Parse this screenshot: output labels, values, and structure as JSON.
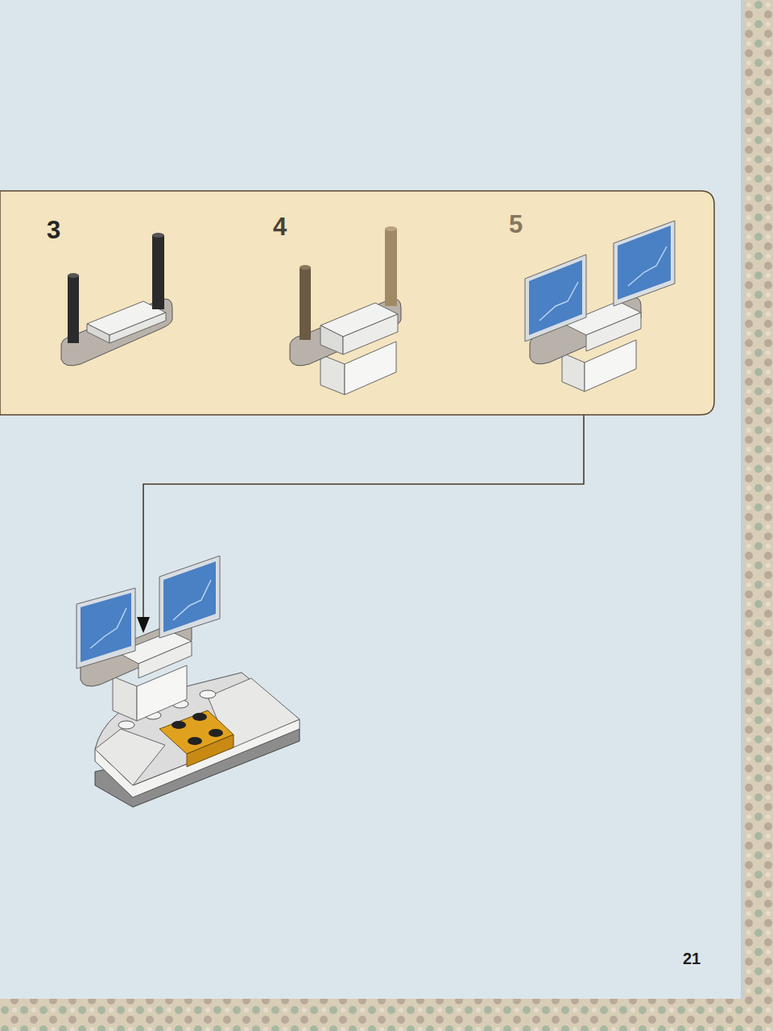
{
  "diagram": {
    "labels": [
      "3",
      "4",
      "5",
      "21"
    ]
  }
}
